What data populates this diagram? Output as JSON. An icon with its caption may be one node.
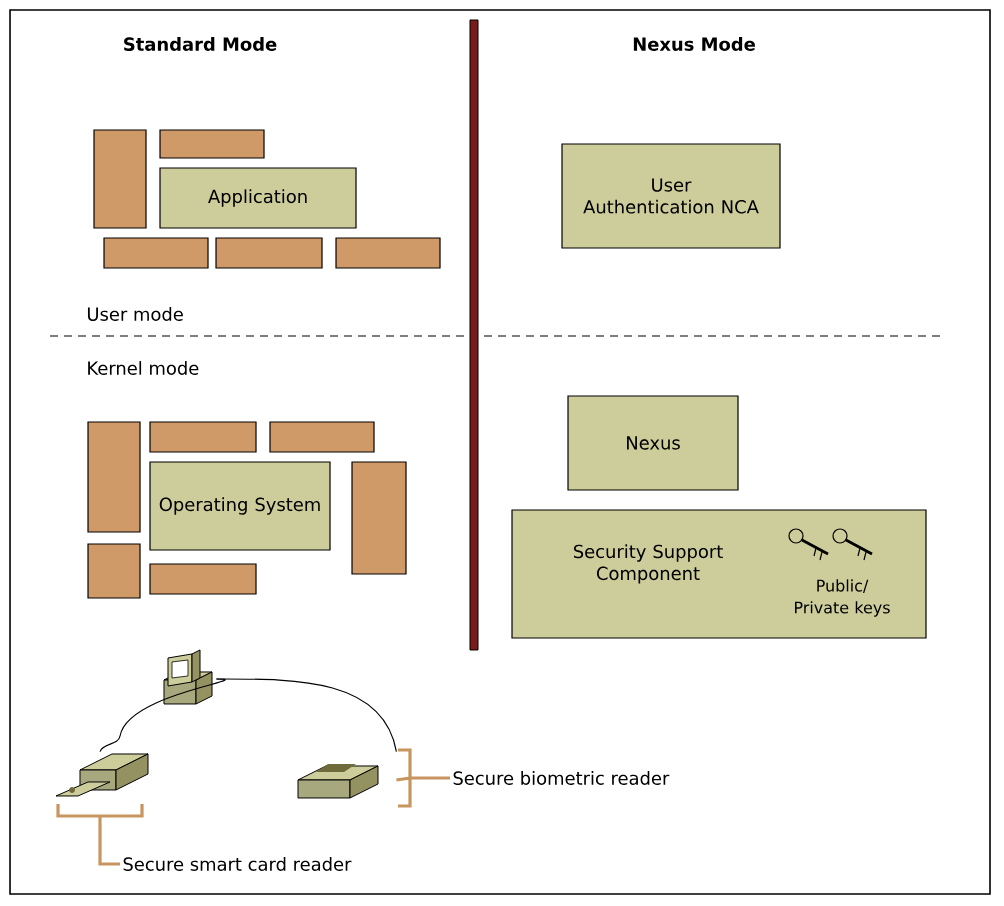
{
  "diagram": {
    "nodes": [
      {
        "text": [
          "Application"
        ]
      },
      {
        "text": [
          "User Authentication NCA"
        ]
      },
      {
        "text": [],
        "shape": "box"
      },
      {
        "text": [],
        "shape": "box"
      },
      {
        "text": [],
        "shape": "box"
      },
      {
        "text": [],
        "shape": "box"
      },
      {
        "text": [],
        "shape": "box"
      },
      {
        "text": [
          "Operating System"
        ]
      },
      {
        "text": [
          "Nexus"
        ]
      },
      {
        "text": [
          "Security Support Component",
          "Public/ Private keys"
        ]
      },
      {
        "text": [],
        "shape": "box"
      },
      {
        "text": [],
        "shape": "box"
      },
      {
        "text": [],
        "shape": "box"
      },
      {
        "text": [],
        "shape": "box"
      },
      {
        "text": [],
        "shape": "box"
      },
      {
        "text": [],
        "shape": "box"
      },
      {
        "text": [],
        "shape": "picture"
      },
      {
        "text": [],
        "shape": "picture"
      },
      {
        "text": [],
        "shape": "picture"
      },
      {
        "text": [
          "Secure biometric reader"
        ]
      },
      {
        "text": [
          "Secure smart card reader"
        ]
      }
    ],
    "edges": [
      {
        "from": 16,
        "to": 17,
        "arrow": "none"
      },
      {
        "from": 16,
        "to": 18,
        "arrow": "none"
      },
      {
        "from": 19,
        "to": 18,
        "arrow": "none",
        "color": "#c8955e"
      },
      {
        "from": 20,
        "to": 17,
        "arrow": "none",
        "color": "#c8955e"
      }
    ],
    "labels": [
      "Standard Mode",
      "Nexus Mode",
      "User mode",
      "Kernel mode"
    ]
  }
}
